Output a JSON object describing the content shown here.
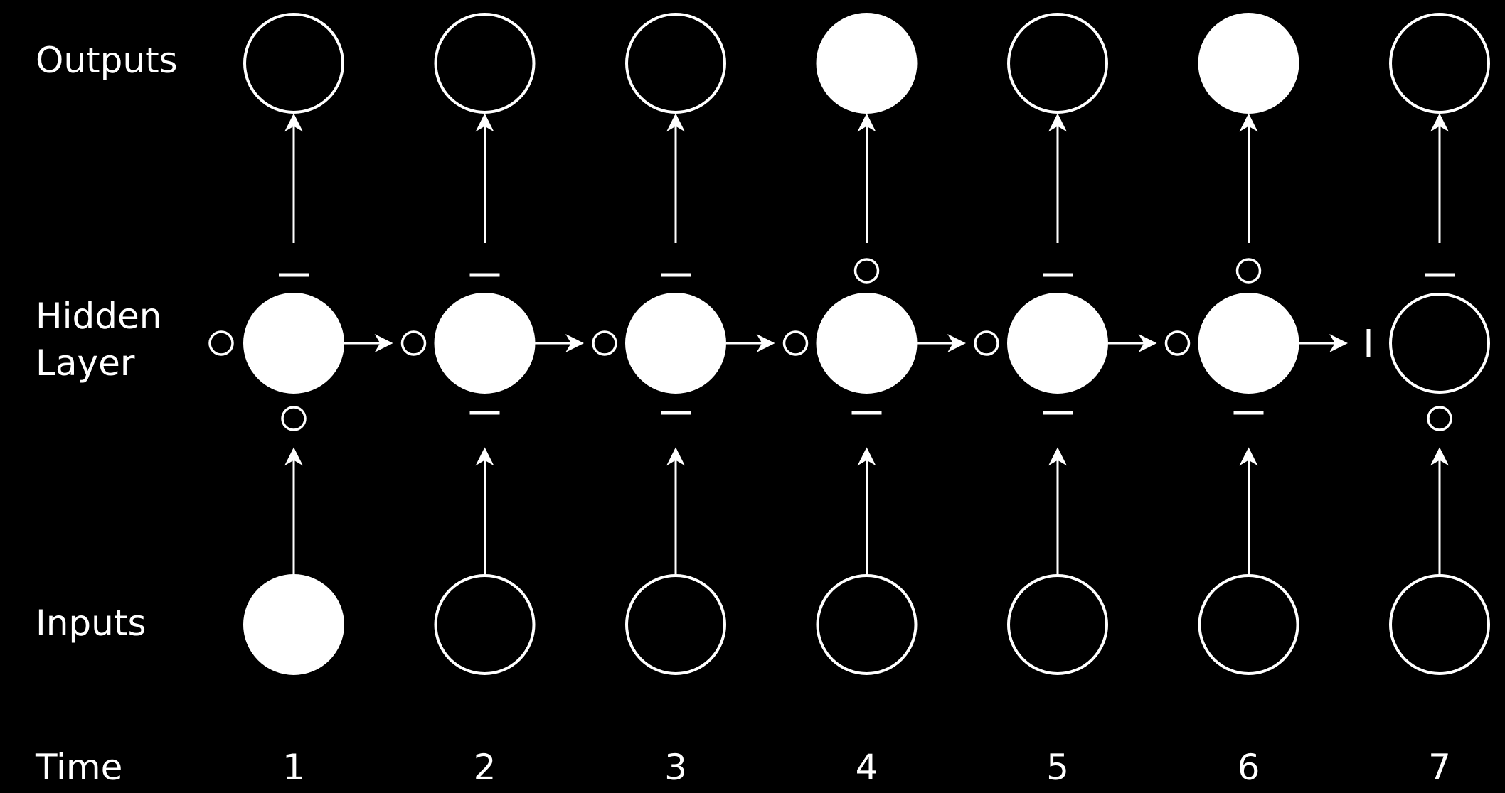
{
  "labels": {
    "outputs": "Outputs",
    "hidden": "Hidden\nLayer",
    "inputs": "Inputs",
    "time": "Time"
  },
  "colors": {
    "background": "#000000",
    "foreground": "#ffffff"
  },
  "steps": [
    {
      "time": "1",
      "input_filled": true,
      "output_filled": false,
      "hidden_filled": true,
      "left_gate": "open",
      "below_gate": "open",
      "above_gate": "closed"
    },
    {
      "time": "2",
      "input_filled": false,
      "output_filled": false,
      "hidden_filled": true,
      "left_gate": "open",
      "below_gate": "closed",
      "above_gate": "closed"
    },
    {
      "time": "3",
      "input_filled": false,
      "output_filled": false,
      "hidden_filled": true,
      "left_gate": "open",
      "below_gate": "closed",
      "above_gate": "closed"
    },
    {
      "time": "4",
      "input_filled": false,
      "output_filled": true,
      "hidden_filled": true,
      "left_gate": "open",
      "below_gate": "closed",
      "above_gate": "open"
    },
    {
      "time": "5",
      "input_filled": false,
      "output_filled": false,
      "hidden_filled": true,
      "left_gate": "open",
      "below_gate": "closed",
      "above_gate": "closed"
    },
    {
      "time": "6",
      "input_filled": false,
      "output_filled": true,
      "hidden_filled": true,
      "left_gate": "open",
      "below_gate": "closed",
      "above_gate": "open"
    },
    {
      "time": "7",
      "input_filled": false,
      "output_filled": false,
      "hidden_filled": false,
      "left_gate": "closed",
      "below_gate": "open",
      "above_gate": "closed"
    }
  ]
}
